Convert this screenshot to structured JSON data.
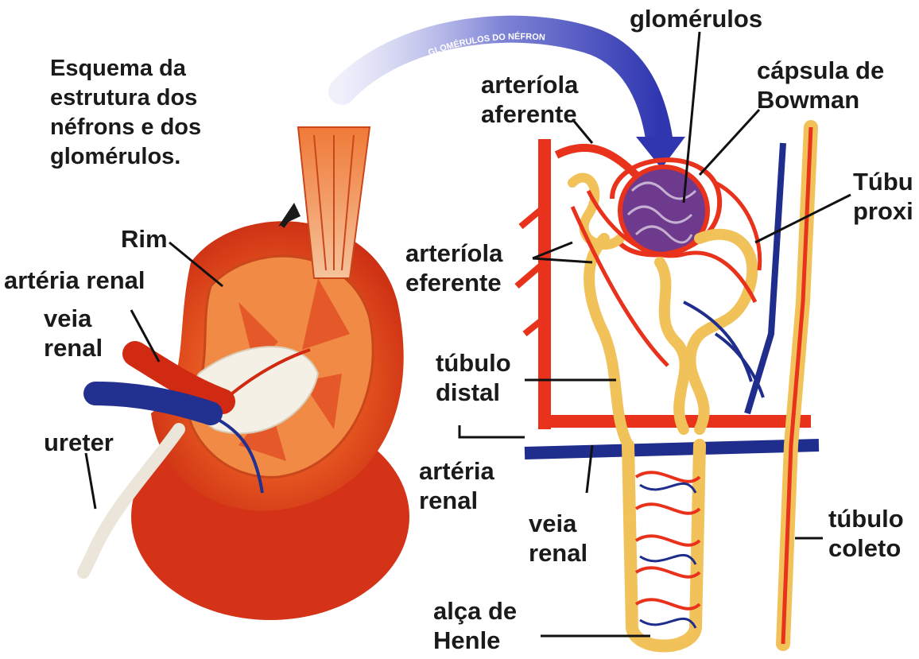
{
  "caption": {
    "line1": "Esquema da",
    "line2": "estrutura dos",
    "line3": "néfrons e dos",
    "line4": "glomérulos."
  },
  "arc_text": "GLOMÉRULOS DO NÉFRON",
  "labels": {
    "rim": "Rim",
    "arteria_renal_left": "artéria renal",
    "veia_renal_left_1": "veia",
    "veia_renal_left_2": "renal",
    "ureter": "ureter",
    "glomerulos": "glomérulos",
    "arteriola_aferente_1": "arteríola",
    "arteriola_aferente_2": "aferente",
    "capsula_1": "cápsula de",
    "capsula_2": "Bowman",
    "tubulo_proximal_1": "Túbu",
    "tubulo_proximal_2": "proxi",
    "arteriola_eferente_1": "arteríola",
    "arteriola_eferente_2": "eferente",
    "tubulo_distal_1": "túbulo",
    "tubulo_distal_2": "distal",
    "arteria_renal_right_1": "artéria",
    "arteria_renal_right_2": "renal",
    "veia_renal_right_1": "veia",
    "veia_renal_right_2": "renal",
    "tubulo_coletor_1": "túbulo",
    "tubulo_coletor_2": "coleto",
    "alca_henle_1": "alça de",
    "alca_henle_2": "Henle"
  },
  "colors": {
    "artery": "#e8321c",
    "artery_dark": "#b81e10",
    "vein": "#1f2e8c",
    "tubule": "#f2c25a",
    "kidney_outer": "#d9341a",
    "kidney_inner": "#ee6a2a",
    "arrow": "#3a3fb0",
    "text": "#1a1a1a"
  }
}
